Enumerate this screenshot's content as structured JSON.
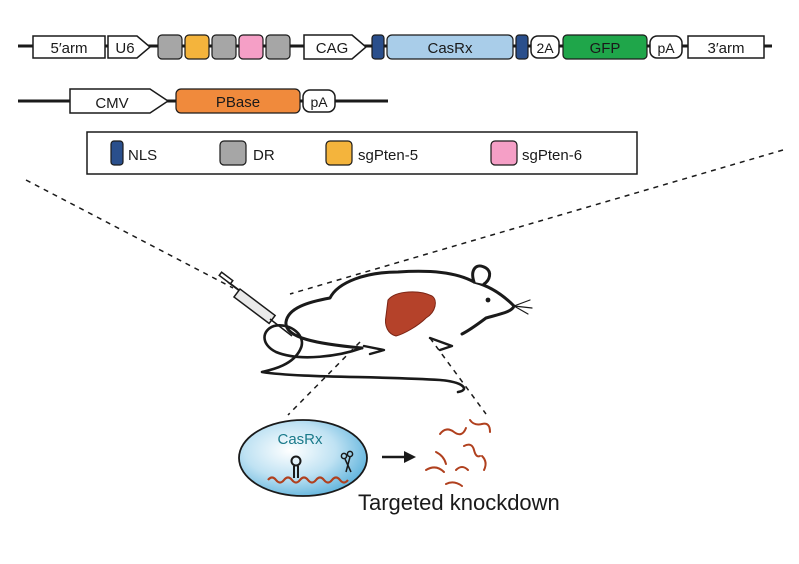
{
  "construct1": {
    "arm5": "5′arm",
    "u6": "U6",
    "cag": "CAG",
    "casrx": "CasRx",
    "t2a": "2A",
    "gfp": "GFP",
    "pa": "pA",
    "arm3": "3′arm"
  },
  "construct2": {
    "cmv": "CMV",
    "pbase": "PBase",
    "pa": "pA"
  },
  "legend": {
    "nls": "NLS",
    "dr": "DR",
    "sg5": "sgPten-5",
    "sg6": "sgPten-6"
  },
  "cell": {
    "label": "CasRx"
  },
  "caption": "Targeted knockdown",
  "colors": {
    "nls": "#2a4f8c",
    "dr": "#a6a6a6",
    "sg5": "#f4b43c",
    "sg6": "#f59fc6",
    "casrx": "#a9cde9",
    "gfp": "#1fa64a",
    "pbase": "#f08a3c",
    "liver": "#b5422a",
    "rna": "#b0401e",
    "cell_label": "#1a7a8a"
  },
  "icons": [
    "syringe-icon",
    "mouse-icon",
    "liver-icon",
    "scissors-icon",
    "hairpin-icon",
    "arrow-icon"
  ]
}
